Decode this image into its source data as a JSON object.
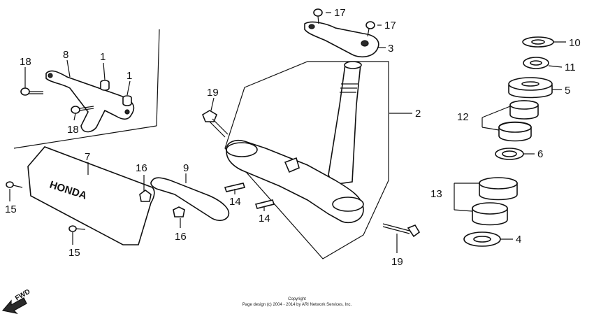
{
  "callouts": [
    {
      "id": "1a",
      "label": "1"
    },
    {
      "id": "1b",
      "label": "1"
    },
    {
      "id": "2",
      "label": "2"
    },
    {
      "id": "3",
      "label": "3"
    },
    {
      "id": "4",
      "label": "4"
    },
    {
      "id": "5",
      "label": "5"
    },
    {
      "id": "6",
      "label": "6"
    },
    {
      "id": "7",
      "label": "7"
    },
    {
      "id": "8",
      "label": "8"
    },
    {
      "id": "9",
      "label": "9"
    },
    {
      "id": "10",
      "label": "10"
    },
    {
      "id": "11",
      "label": "11"
    },
    {
      "id": "12",
      "label": "12"
    },
    {
      "id": "13",
      "label": "13"
    },
    {
      "id": "14a",
      "label": "14"
    },
    {
      "id": "14b",
      "label": "14"
    },
    {
      "id": "15a",
      "label": "15"
    },
    {
      "id": "15b",
      "label": "15"
    },
    {
      "id": "16a",
      "label": "16"
    },
    {
      "id": "16b",
      "label": "16"
    },
    {
      "id": "17a",
      "label": "17"
    },
    {
      "id": "17b",
      "label": "17"
    },
    {
      "id": "18a",
      "label": "18"
    },
    {
      "id": "18b",
      "label": "18"
    },
    {
      "id": "19a",
      "label": "19"
    },
    {
      "id": "19b",
      "label": "19"
    }
  ],
  "emblem_text": "HONDA",
  "fwd_label": "FWD",
  "footer": {
    "line1": "Copyright",
    "line2": "Page design (c) 2004 - 2014 by ARI Network Services, Inc."
  }
}
